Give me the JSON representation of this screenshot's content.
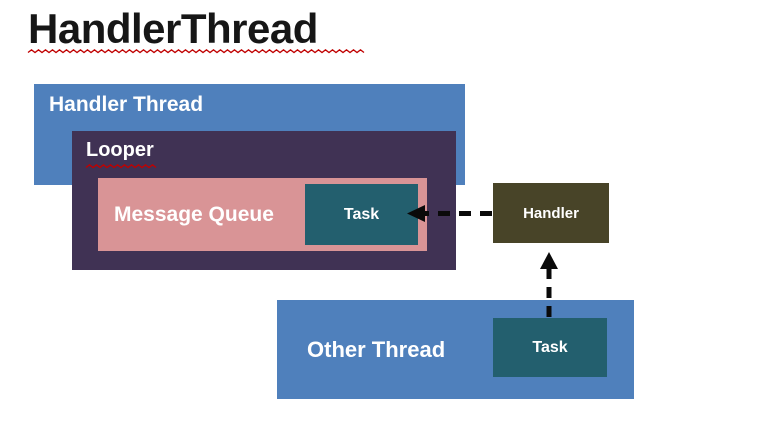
{
  "title": {
    "text": "HandlerThread"
  },
  "colors": {
    "thread-blue": "#4F80BC",
    "looper-purple": "#403254",
    "queue-pink": "#D99496",
    "task-teal": "#235F6E",
    "handler-olive": "#484428",
    "arrow-black": "#0A0A0A",
    "squiggle-red": "#C00000",
    "title-black": "#161616",
    "label-white": "#FFFFFF"
  },
  "boxes": {
    "handler_thread": {
      "label": "Handler Thread"
    },
    "looper": {
      "label": "Looper"
    },
    "message_queue": {
      "label": "Message Queue"
    },
    "task_top": {
      "label": "Task"
    },
    "handler": {
      "label": "Handler"
    },
    "other_thread": {
      "label": "Other Thread"
    },
    "task_bottom": {
      "label": "Task"
    }
  }
}
